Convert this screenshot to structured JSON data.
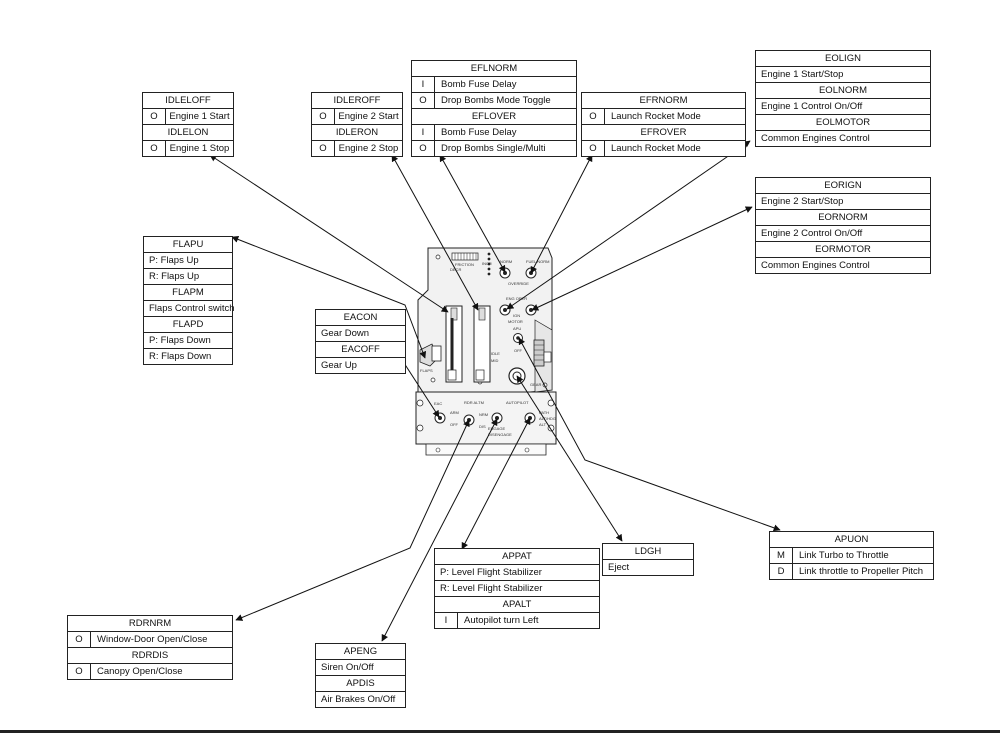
{
  "tables": {
    "idleoff": {
      "h1": "IDLELOFF",
      "k1": "O",
      "v1": "Engine 1 Start",
      "h2": "IDLELON",
      "k2": "O",
      "v2": "Engine 1 Stop"
    },
    "idleroff": {
      "h1": "IDLEROFF",
      "k1": "O",
      "v1": "Engine 2 Start",
      "h2": "IDLERON",
      "k2": "O",
      "v2": "Engine 2 Stop"
    },
    "eflnorm": {
      "h1": "EFLNORM",
      "k1": "I",
      "v1": "Bomb Fuse Delay",
      "k2": "O",
      "v2": "Drop Bombs Mode Toggle",
      "h2": "EFLOVER",
      "k3": "I",
      "v3": "Bomb Fuse Delay",
      "k4": "O",
      "v4": "Drop Bombs Single/Multi"
    },
    "efrnorm": {
      "h1": "EFRNORM",
      "k1": "O",
      "v1": "Launch Rocket Mode",
      "h2": "EFROVER",
      "k2": "O",
      "v2": "Launch Rocket Mode"
    },
    "eolign": {
      "h1": "EOLIGN",
      "r1": "Engine 1 Start/Stop",
      "h2": "EOLNORM",
      "r2": "Engine 1 Control On/Off",
      "h3": "EOLMOTOR",
      "r3": "Common Engines Control"
    },
    "eorign": {
      "h1": "EORIGN",
      "r1": "Engine 2 Start/Stop",
      "h2": "EORNORM",
      "r2": "Engine 2 Control On/Off",
      "h3": "EORMOTOR",
      "r3": "Common Engines Control"
    },
    "flapu": {
      "h1": "FLAPU",
      "r1": "P: Flaps Up",
      "r2": "R: Flaps Up",
      "h2": "FLAPM",
      "r3": "Flaps Control switch",
      "h3": "FLAPD",
      "r4": "P: Flaps Down",
      "r5": "R: Flaps Down"
    },
    "eacon": {
      "h1": "EACON",
      "r1": "Gear Down",
      "h2": "EACOFF",
      "r2": "Gear Up"
    },
    "apuon": {
      "h1": "APUON",
      "k1": "M",
      "v1": "Link Turbo to Throttle",
      "k2": "D",
      "v2": "Link throttle to Propeller Pitch"
    },
    "ldgh": {
      "h1": "LDGH",
      "r1": "Eject"
    },
    "appat": {
      "h1": "APPAT",
      "r1": "P: Level Flight Stabilizer",
      "r2": "R: Level Flight Stabilizer",
      "h2": "APALT",
      "k1": "I",
      "v1": "Autopilot turn Left"
    },
    "rdrnrm": {
      "h1": "RDRNRM",
      "k1": "O",
      "v1": "Window-Door Open/Close",
      "h2": "RDRDIS",
      "k2": "O",
      "v2": "Canopy Open/Close"
    },
    "apeng": {
      "h1": "APENG",
      "r1": "Siren On/Off",
      "h2": "APDIS",
      "r2": "Air Brakes On/Off"
    }
  },
  "panel": {
    "friction": "FRICTION",
    "incr": "INCR",
    "decr": "DECR",
    "fuel_norm_l": "NORM",
    "fuel_norm_r": "FUEL NORM",
    "override": "OVERRIDE",
    "engines": "ENG OPER",
    "motor": "MOTOR",
    "ign": "IGN",
    "apu": "APU",
    "off": "OFF",
    "eac": "EAC",
    "arm": "ARM",
    "rdr_altm": "RDR ALTM",
    "nrm": "NRM",
    "dis": "DIS",
    "autopilot": "AUTOPILOT",
    "path": "PATH",
    "alth": "ALT/HDG",
    "alt": "ALT",
    "engage": "ENGAGE",
    "disengage": "DISENGAGE",
    "idle": "IDLE",
    "flaps": "FLAPS",
    "mid": "MID",
    "up": "UP",
    "dn": "DN",
    "land": "LAND",
    "gear": "GEAR"
  }
}
